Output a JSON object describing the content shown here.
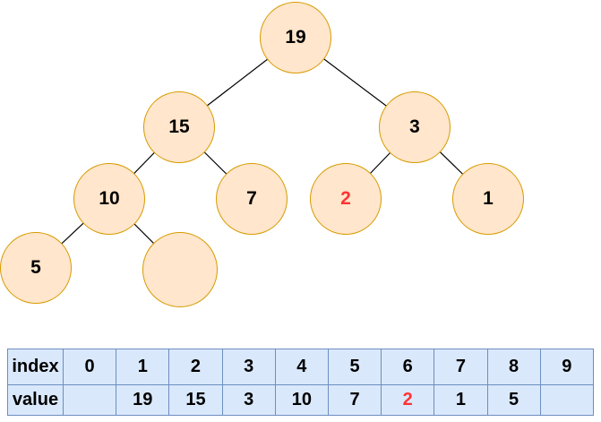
{
  "colors": {
    "background": "#ffffff",
    "node_fill": "#ffe6cc",
    "node_border": "#d79b00",
    "edge": "#000000",
    "node_text": "#000000",
    "highlight_text": "#ff3333",
    "table_fill": "#dae8fc",
    "table_border": "#6c8ebf",
    "table_text": "#000000"
  },
  "tree": {
    "type": "binary-tree",
    "nodes": [
      {
        "value": "19",
        "level": 0,
        "highlighted": false
      },
      {
        "value": "15",
        "level": 1,
        "highlighted": false
      },
      {
        "value": "3",
        "level": 1,
        "highlighted": false
      },
      {
        "value": "10",
        "level": 2,
        "highlighted": false
      },
      {
        "value": "7",
        "level": 2,
        "highlighted": false
      },
      {
        "value": "2",
        "level": 2,
        "highlighted": true
      },
      {
        "value": "1",
        "level": 2,
        "highlighted": false
      },
      {
        "value": "5",
        "level": 3,
        "highlighted": false
      },
      {
        "value": "",
        "level": 3,
        "highlighted": false
      }
    ],
    "edges": [
      [
        "19",
        "15"
      ],
      [
        "19",
        "3"
      ],
      [
        "15",
        "10"
      ],
      [
        "15",
        "7"
      ],
      [
        "3",
        "2"
      ],
      [
        "3",
        "1"
      ],
      [
        "10",
        "5"
      ],
      [
        "10",
        "(empty)"
      ]
    ]
  },
  "array_table": {
    "row_labels": [
      "index",
      "value"
    ],
    "index_row": [
      "0",
      "1",
      "2",
      "3",
      "4",
      "5",
      "6",
      "7",
      "8",
      "9"
    ],
    "value_row": [
      "",
      "19",
      "15",
      "3",
      "10",
      "7",
      "2",
      "1",
      "5",
      ""
    ],
    "highlighted_value_index": 6,
    "highlighted_value": "2"
  }
}
